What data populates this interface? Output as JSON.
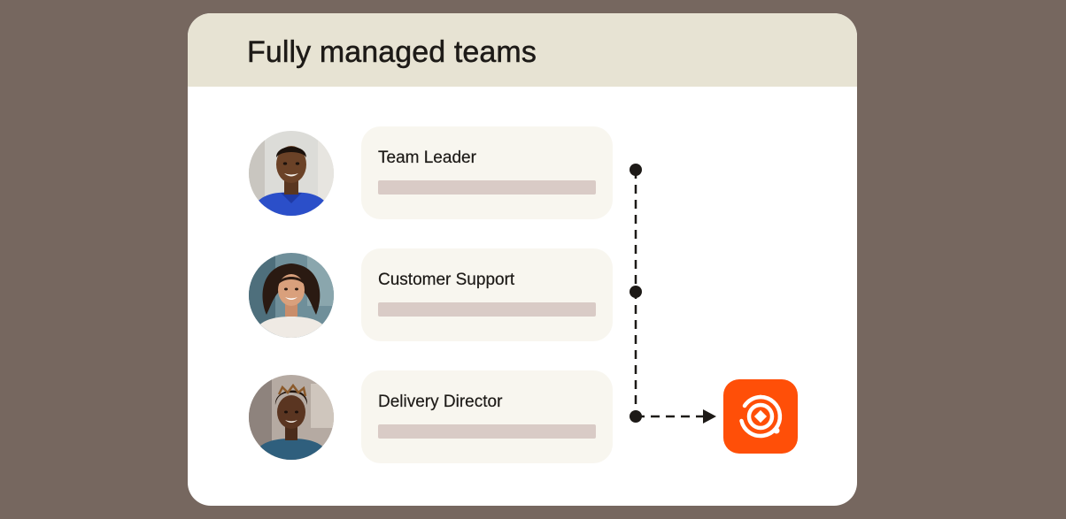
{
  "panel": {
    "title": "Fully managed teams"
  },
  "members": [
    {
      "role": "Team Leader"
    },
    {
      "role": "Customer Support"
    },
    {
      "role": "Delivery Director"
    }
  ],
  "colors": {
    "background": "#76675f",
    "header": "#e7e3d3",
    "role_card": "#f8f6ef",
    "placeholder_bar": "#d9cbc6",
    "brand": "#ff4f08",
    "connector": "#1d1a17"
  },
  "icons": {
    "brand_logo": "orbit-target-logo-icon"
  }
}
